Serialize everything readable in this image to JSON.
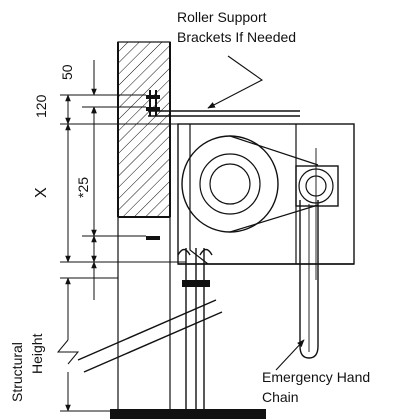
{
  "drawing": {
    "labels": {
      "roller_support": [
        "Roller Support",
        "Brackets If Needed"
      ],
      "emergency_chain": [
        "Emergency Hand",
        "Chain"
      ],
      "structural_height": [
        "Structural",
        "Height"
      ]
    },
    "dimensions": {
      "top_50": "50",
      "top_120": "120",
      "x": "X",
      "star_25": "*25"
    }
  },
  "colors": {
    "line": "#111111",
    "background": "#ffffff"
  }
}
